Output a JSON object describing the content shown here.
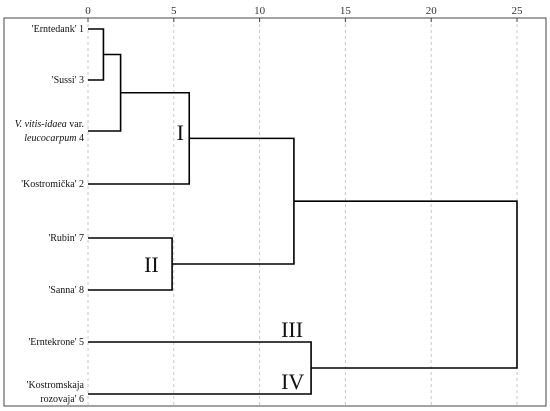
{
  "chart_data": {
    "type": "dendrogram",
    "x_ticks": [
      "0",
      "5",
      "10",
      "15",
      "20",
      "25"
    ],
    "xlim": [
      0,
      25
    ],
    "grid": true,
    "leaves": [
      {
        "id": "L1",
        "label": "'Erntedank' 1"
      },
      {
        "id": "L3",
        "label": "'Sussi' 3"
      },
      {
        "id": "L4",
        "label_italic": "V. vitis-idaea",
        "label_mid": " var.",
        "label_line2_italic": "leucocarpum",
        "label_line2_tail": " 4"
      },
      {
        "id": "L2",
        "label": "'Kostromička' 2"
      },
      {
        "id": "L7",
        "label": "'Rubin' 7"
      },
      {
        "id": "L8",
        "label": "'Sanna' 8"
      },
      {
        "id": "L5",
        "label": "'Erntekrone' 5"
      },
      {
        "id": "L6",
        "label_line1": "'Kostromskaja",
        "label_line2": "rozovaja' 6"
      }
    ],
    "merges": [
      {
        "id": "m1",
        "a": "L1",
        "b": "L3",
        "height": 0.9
      },
      {
        "id": "m2",
        "a": "m1",
        "b": "L4",
        "height": 1.9
      },
      {
        "id": "m3",
        "a": "m2",
        "b": "L2",
        "height": 5.9
      },
      {
        "id": "m4",
        "a": "L7",
        "b": "L8",
        "height": 4.9
      },
      {
        "id": "m5",
        "a": "m3",
        "b": "m4",
        "height": 12.0
      },
      {
        "id": "m6",
        "a": "L5",
        "b": "L6",
        "height": 13.0
      },
      {
        "id": "m7",
        "a": "m5",
        "b": "m6",
        "height": 25.0
      }
    ],
    "cluster_labels": [
      "I",
      "II",
      "III",
      "IV"
    ]
  }
}
